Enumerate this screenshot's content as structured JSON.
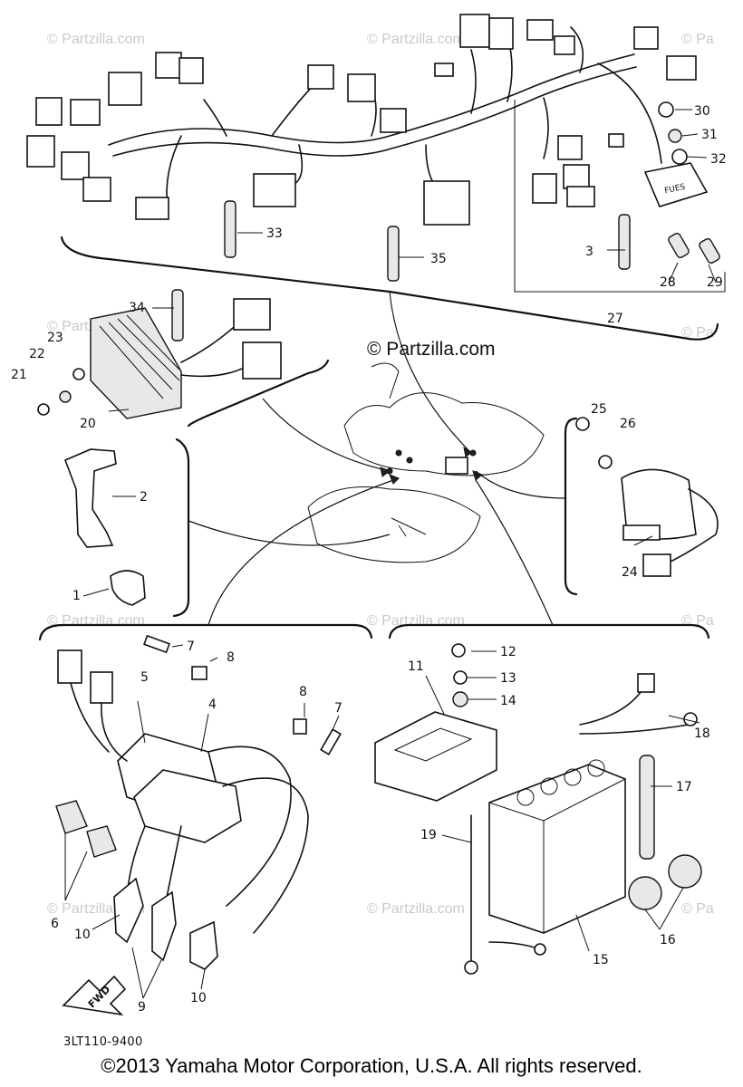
{
  "watermark": {
    "text": "© Partzilla.com",
    "short_text": "© Pa"
  },
  "center_watermark": "© Partzilla.com",
  "drawing_code": "3LT110-9400",
  "fwd_label": "FWD",
  "fuse_box_label": "FUES",
  "copyright": "©2013 Yamaha Motor Corporation, U.S.A. All rights reserved.",
  "callouts": [
    {
      "id": "1",
      "text": "1"
    },
    {
      "id": "2",
      "text": "2"
    },
    {
      "id": "3",
      "text": "3"
    },
    {
      "id": "4",
      "text": "4"
    },
    {
      "id": "5",
      "text": "5"
    },
    {
      "id": "6",
      "text": "6"
    },
    {
      "id": "7a",
      "text": "7"
    },
    {
      "id": "7b",
      "text": "7"
    },
    {
      "id": "8a",
      "text": "8"
    },
    {
      "id": "8b",
      "text": "8"
    },
    {
      "id": "9",
      "text": "9"
    },
    {
      "id": "10a",
      "text": "10"
    },
    {
      "id": "10b",
      "text": "10"
    },
    {
      "id": "11",
      "text": "11"
    },
    {
      "id": "12",
      "text": "12"
    },
    {
      "id": "13",
      "text": "13"
    },
    {
      "id": "14",
      "text": "14"
    },
    {
      "id": "15",
      "text": "15"
    },
    {
      "id": "16",
      "text": "16"
    },
    {
      "id": "17",
      "text": "17"
    },
    {
      "id": "18",
      "text": "18"
    },
    {
      "id": "19",
      "text": "19"
    },
    {
      "id": "20",
      "text": "20"
    },
    {
      "id": "21",
      "text": "21"
    },
    {
      "id": "22",
      "text": "22"
    },
    {
      "id": "23",
      "text": "23"
    },
    {
      "id": "24",
      "text": "24"
    },
    {
      "id": "25",
      "text": "25"
    },
    {
      "id": "26",
      "text": "26"
    },
    {
      "id": "27",
      "text": "27"
    },
    {
      "id": "28",
      "text": "28"
    },
    {
      "id": "29",
      "text": "29"
    },
    {
      "id": "30",
      "text": "30"
    },
    {
      "id": "31",
      "text": "31"
    },
    {
      "id": "32",
      "text": "32"
    },
    {
      "id": "33",
      "text": "33"
    },
    {
      "id": "34",
      "text": "34"
    },
    {
      "id": "35",
      "text": "35"
    }
  ]
}
